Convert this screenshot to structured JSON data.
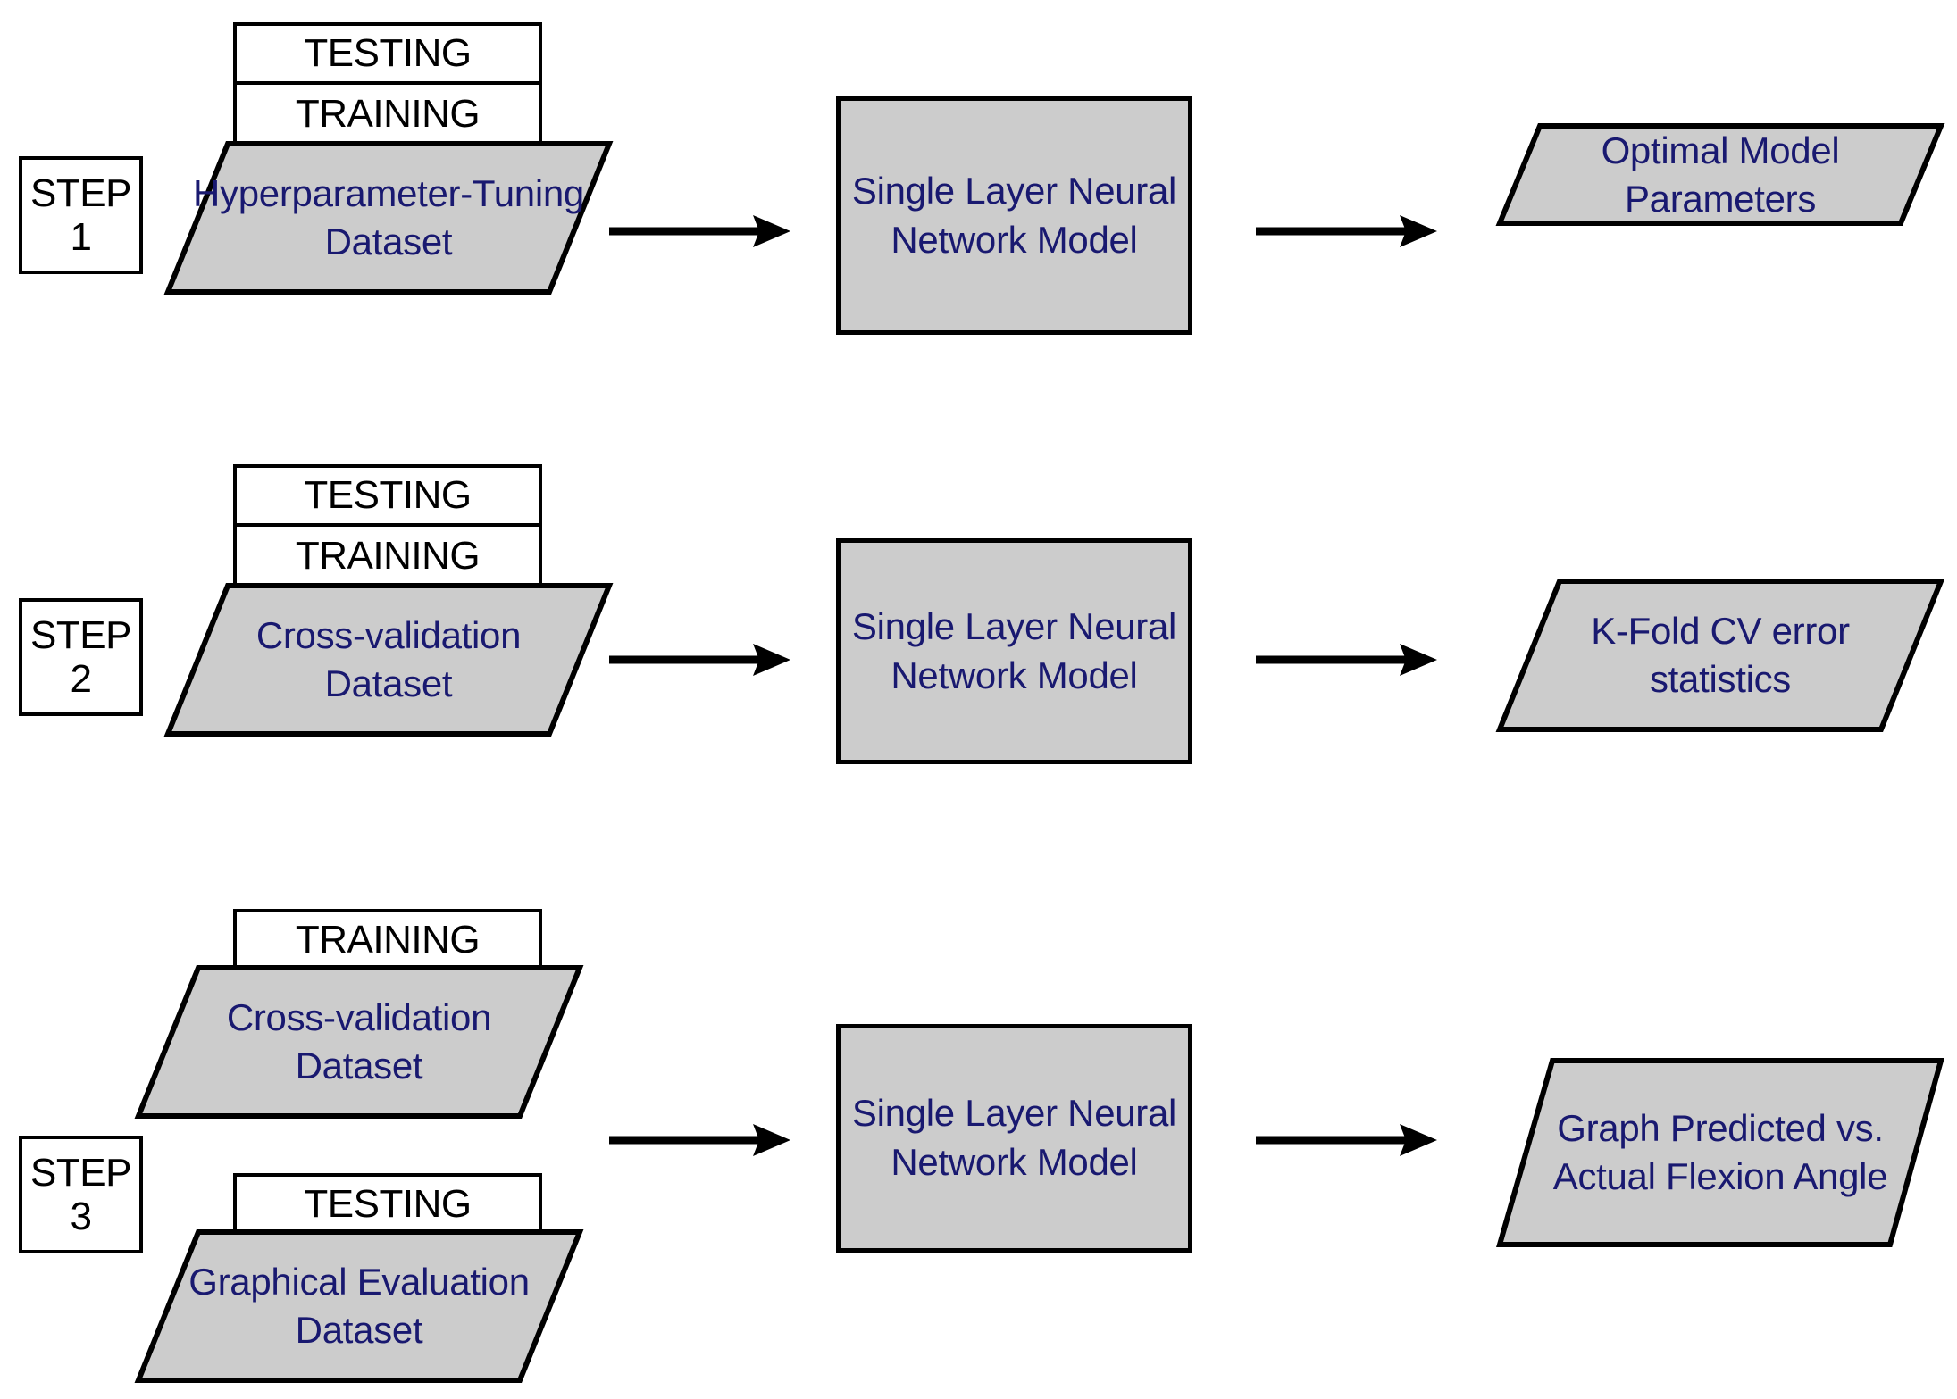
{
  "diagram": {
    "title": "Three-step neural network model workflow",
    "colors": {
      "shape_fill": "#cccccc",
      "shape_stroke": "#000000",
      "label_text": "#191970",
      "plain_text": "#000000",
      "background": "#ffffff"
    }
  },
  "steps": [
    {
      "id": "step-1",
      "badge_label": "STEP",
      "badge_number": "1",
      "split_box": {
        "top": "TESTING",
        "bottom": "TRAINING"
      },
      "dataset": "Hyperparameter-Tuning\nDataset",
      "dataset_line1": "Hyperparameter-Tuning",
      "dataset_line2": "Dataset",
      "model": "Single Layer Neural\nNetwork Model",
      "model_line1": "Single Layer Neural",
      "model_line2": "Network Model",
      "output_line1": "Optimal Model",
      "output_line2": "Parameters"
    },
    {
      "id": "step-2",
      "badge_label": "STEP",
      "badge_number": "2",
      "split_box": {
        "top": "TESTING",
        "bottom": "TRAINING"
      },
      "dataset_line1": "Cross-validation",
      "dataset_line2": "Dataset",
      "model_line1": "Single Layer Neural",
      "model_line2": "Network Model",
      "output_line1": "K-Fold CV error",
      "output_line2": "statistics"
    },
    {
      "id": "step-3",
      "badge_label": "STEP",
      "badge_number": "3",
      "split_box_a": {
        "only": "TRAINING"
      },
      "dataset_a_line1": "Cross-validation",
      "dataset_a_line2": "Dataset",
      "split_box_b": {
        "only": "TESTING"
      },
      "dataset_b_line1": "Graphical Evaluation",
      "dataset_b_line2": "Dataset",
      "model_line1": "Single Layer Neural",
      "model_line2": "Network Model",
      "output_line1": "Graph Predicted vs.",
      "output_line2": "Actual Flexion Angle"
    }
  ]
}
